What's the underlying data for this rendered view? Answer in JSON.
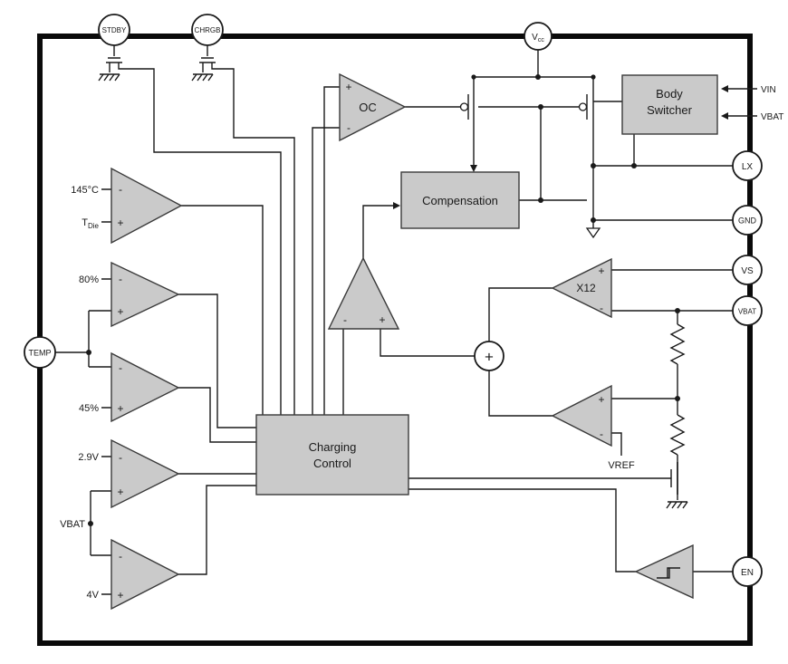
{
  "chip": {
    "pins": {
      "stdby": "STDBY",
      "chrgb": "CHRGB",
      "vcc_base": "V",
      "vcc_sub": "cc",
      "temp": "TEMP",
      "vin": "VIN",
      "vbat_in": "VBAT",
      "lx": "LX",
      "gnd": "GND",
      "vs": "VS",
      "vbat": "VBAT",
      "en": "EN"
    },
    "blocks": {
      "body_switcher_1": "Body",
      "body_switcher_2": "Switcher",
      "compensation": "Compensation",
      "charging_1": "Charging",
      "charging_2": "Control",
      "oc": "OC",
      "x12": "X12"
    },
    "labels": {
      "t145": "145°C",
      "tdie_base": "T",
      "tdie_sub": "Die",
      "p80": "80%",
      "p45": "45%",
      "v29": "2.9V",
      "vbat": "VBAT",
      "v4": "4V",
      "vref": "VREF"
    },
    "signs": {
      "plus": "+",
      "minus": "-"
    },
    "colors": {
      "block_fill": "#cacaca",
      "line": "#1a1a1a",
      "background": "#ffffff"
    }
  }
}
